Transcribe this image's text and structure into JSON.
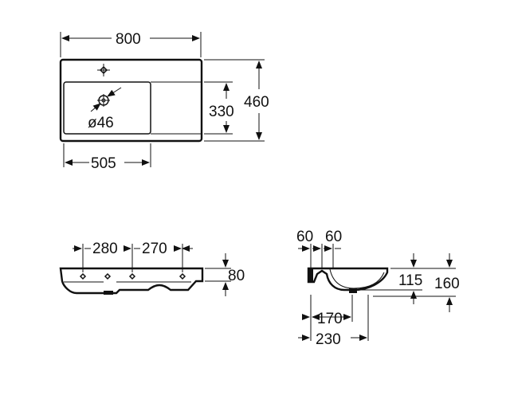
{
  "top_view": {
    "width": "800",
    "depth": "460",
    "bowl_depth": "330",
    "bowl_width": "505",
    "drain_diameter": "ø46"
  },
  "front_view": {
    "tap_to_bowl": "280",
    "bowl_to_edge": "270",
    "height": "80"
  },
  "side_view": {
    "offset_left": "60",
    "offset_right": "60",
    "inner_height": "115",
    "total_height": "160",
    "depth_inner": "170",
    "depth_total": "230"
  },
  "colors": {
    "line": "#111111",
    "background": "#ffffff"
  }
}
